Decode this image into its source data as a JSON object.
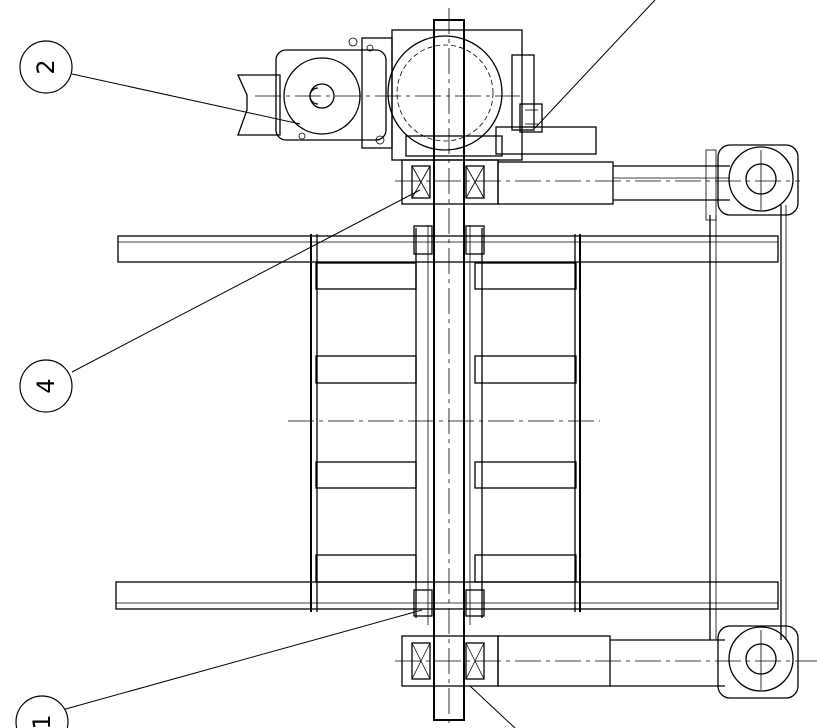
{
  "balloons": [
    {
      "label": "2"
    },
    {
      "label": "4"
    },
    {
      "label": "1"
    }
  ],
  "colors": {
    "ink": "#000000",
    "paper": "#ffffff"
  }
}
